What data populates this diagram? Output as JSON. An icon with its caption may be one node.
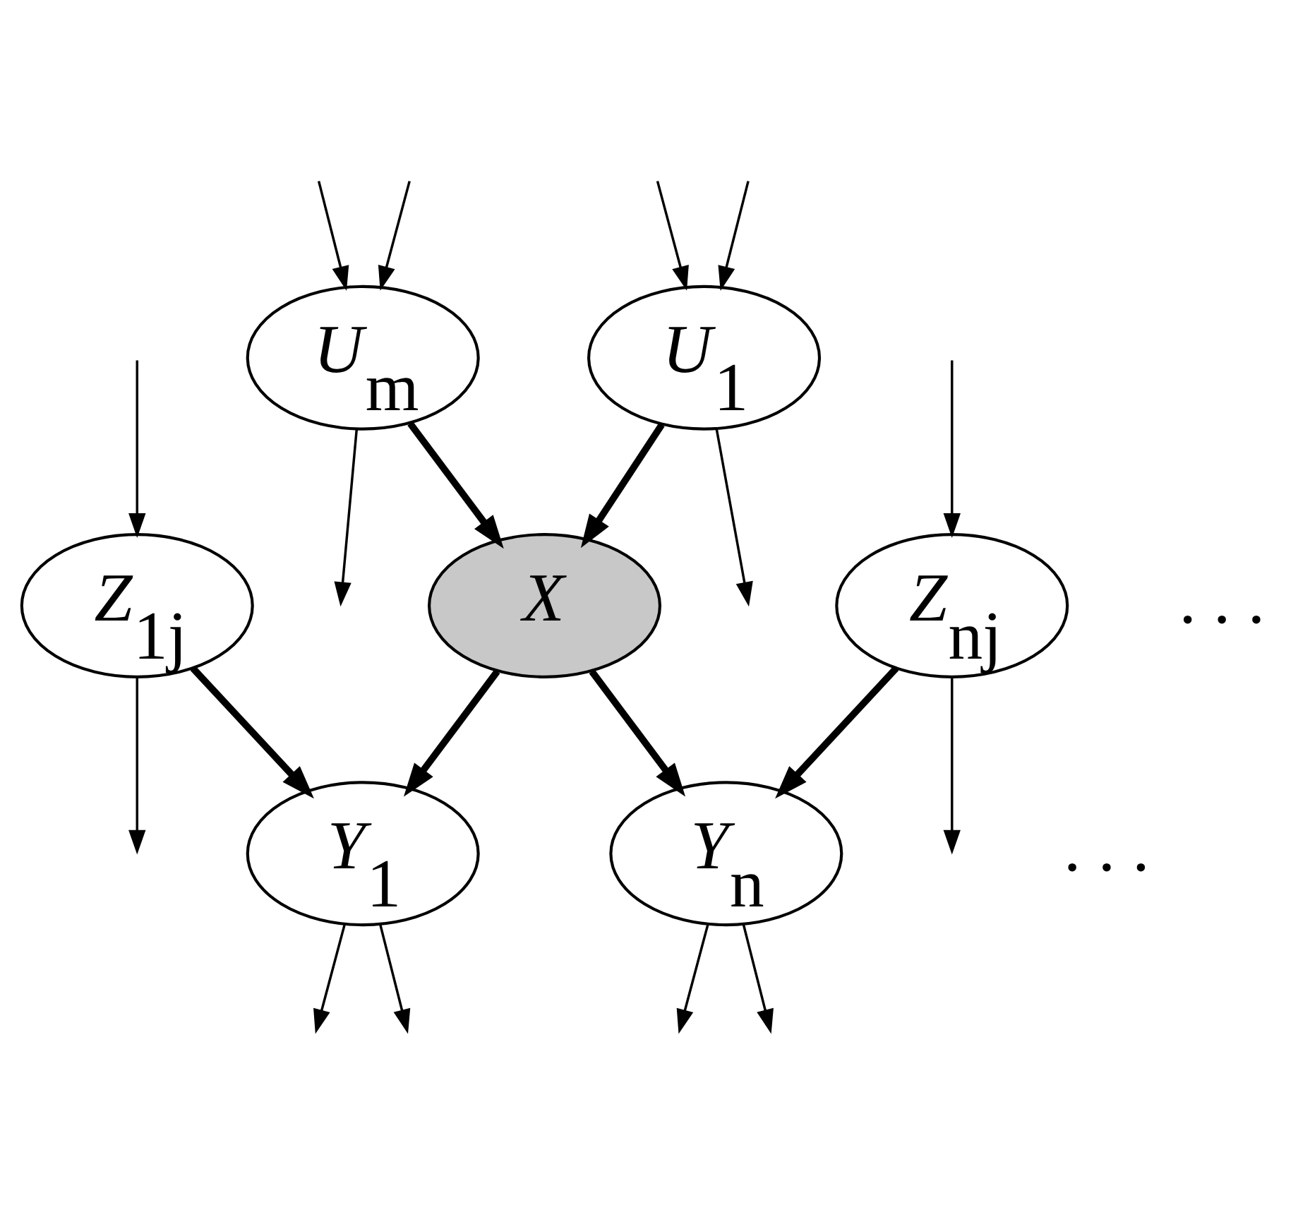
{
  "diagram": {
    "nodes": [
      {
        "text": [
          "U$_{1}$"
        ]
      },
      {
        "text": [
          "U$_{m}$"
        ]
      },
      {
        "text": [
          "X"
        ]
      },
      {
        "text": [
          "Z$_{1j}$"
        ]
      },
      {
        "text": [
          "Z$_{nj}$"
        ]
      },
      {
        "text": [
          "Y$_{1}$"
        ]
      },
      {
        "text": [
          "Y$_{n}$"
        ]
      }
    ],
    "edges": [
      {
        "from": 0,
        "to": null,
        "arrow": "to"
      },
      {
        "from": null,
        "to": 0,
        "arrow": "to"
      },
      {
        "from": null,
        "to": 0,
        "arrow": "to"
      },
      {
        "from": 0,
        "to": 2,
        "arrow": "to",
        "style": "thick"
      },
      {
        "from": 1,
        "to": null,
        "arrow": "to"
      },
      {
        "from": null,
        "to": 1,
        "arrow": "to"
      },
      {
        "from": null,
        "to": 1,
        "arrow": "to"
      },
      {
        "from": 1,
        "to": 2,
        "arrow": "to",
        "style": "thick"
      },
      {
        "from": 2,
        "to": 5,
        "arrow": "to",
        "style": "thick"
      },
      {
        "from": 2,
        "to": 6,
        "arrow": "to",
        "style": "thick"
      },
      {
        "from": 3,
        "to": null,
        "arrow": "to"
      },
      {
        "from": null,
        "to": 3,
        "arrow": "to"
      },
      {
        "from": 3,
        "to": 5,
        "arrow": "to",
        "style": "thick"
      },
      {
        "from": 4,
        "to": null,
        "arrow": "to"
      },
      {
        "from": null,
        "to": 4,
        "arrow": "to"
      },
      {
        "from": 4,
        "to": 6,
        "arrow": "to",
        "style": "thick"
      },
      {
        "from": 5,
        "to": null,
        "arrow": "to"
      },
      {
        "from": 5,
        "to": null,
        "arrow": "to"
      },
      {
        "from": 6,
        "to": null,
        "arrow": "to"
      },
      {
        "from": 6,
        "to": null,
        "arrow": "to"
      }
    ],
    "labels": [
      ". . .",
      ". . ."
    ]
  }
}
